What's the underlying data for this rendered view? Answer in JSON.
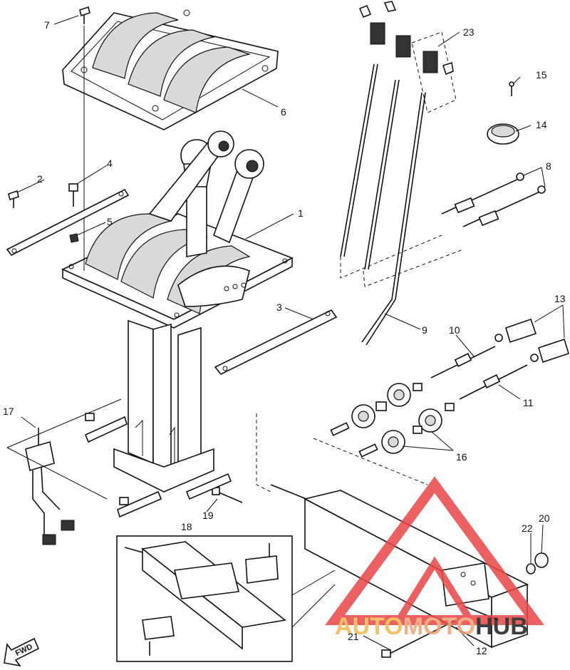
{
  "diagram": {
    "callouts": [
      {
        "id": "c1",
        "text": "1"
      },
      {
        "id": "c2",
        "text": "2"
      },
      {
        "id": "c3",
        "text": "3"
      },
      {
        "id": "c4",
        "text": "4"
      },
      {
        "id": "c5",
        "text": "5"
      },
      {
        "id": "c6",
        "text": "6"
      },
      {
        "id": "c7",
        "text": "7"
      },
      {
        "id": "c8",
        "text": "8"
      },
      {
        "id": "c9",
        "text": "9"
      },
      {
        "id": "c10",
        "text": "10"
      },
      {
        "id": "c11",
        "text": "11"
      },
      {
        "id": "c12",
        "text": "12"
      },
      {
        "id": "c13",
        "text": "13"
      },
      {
        "id": "c14",
        "text": "14"
      },
      {
        "id": "c15",
        "text": "15"
      },
      {
        "id": "c16",
        "text": "16"
      },
      {
        "id": "c17",
        "text": "17"
      },
      {
        "id": "c18",
        "text": "18"
      },
      {
        "id": "c19",
        "text": "19"
      },
      {
        "id": "c20",
        "text": "20"
      },
      {
        "id": "c21",
        "text": "21"
      },
      {
        "id": "c22",
        "text": "22"
      },
      {
        "id": "c23",
        "text": "23"
      }
    ],
    "fwd_label": "FWD"
  },
  "watermark": {
    "part1": "AUTO",
    "part2": "MOTO",
    "part3": "HUB",
    "colors": {
      "auto": "#f2b84b",
      "moto": "#f0a070",
      "hub": "#1c1c1c",
      "triangle": "#e84545"
    }
  }
}
